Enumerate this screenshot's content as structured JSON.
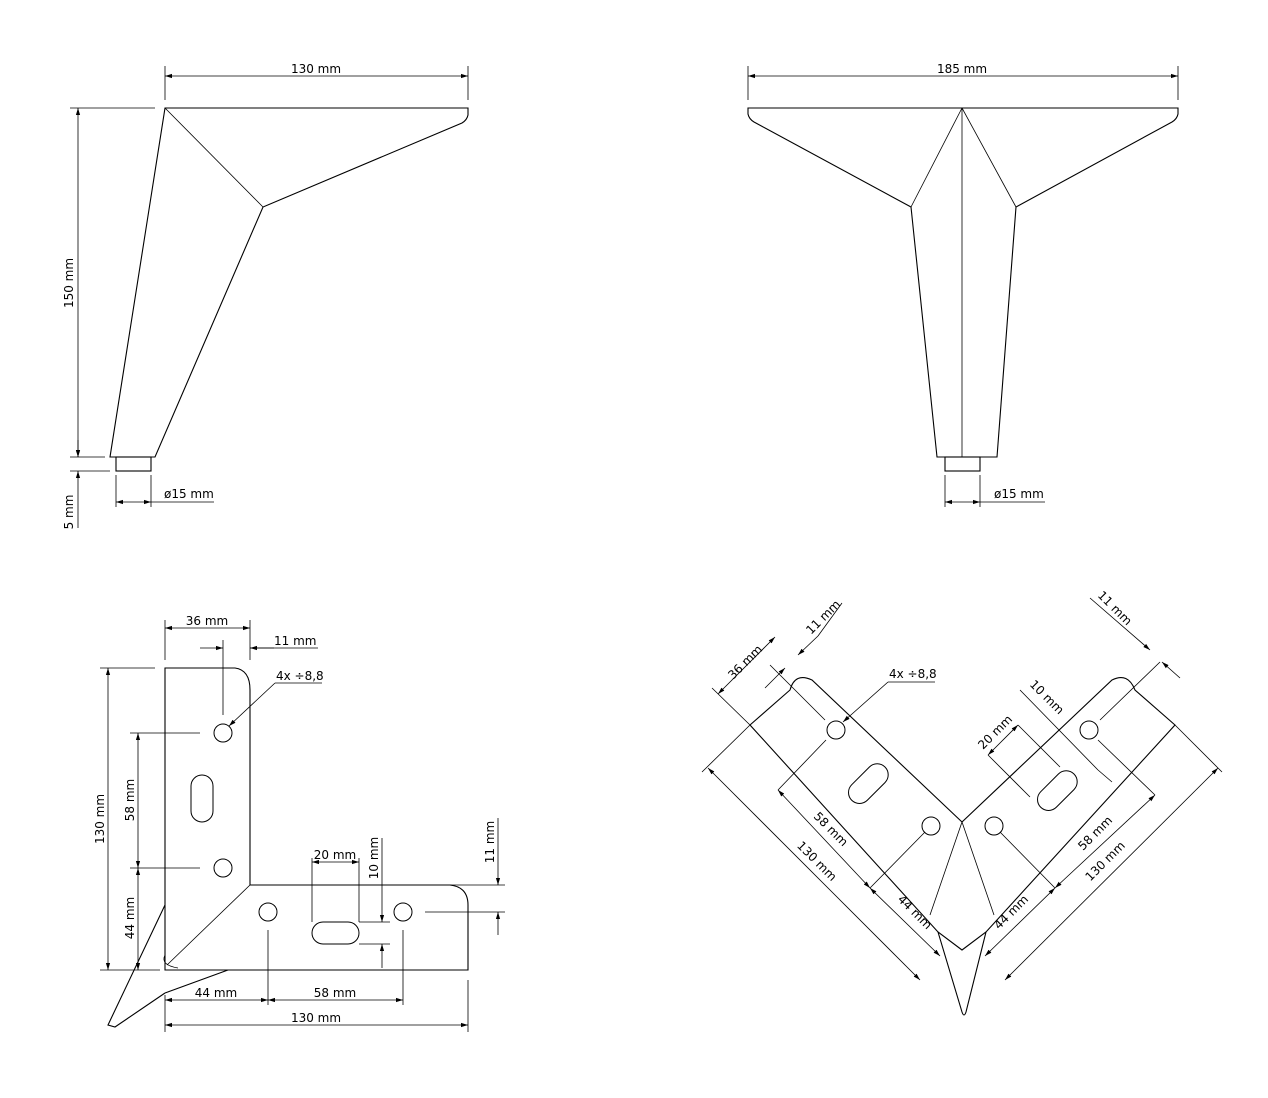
{
  "views": {
    "side": {
      "width": "130 mm",
      "height": "150 mm",
      "foot_height": "5 mm",
      "foot_diameter": "ø15 mm"
    },
    "front": {
      "width": "185 mm",
      "foot_diameter": "ø15 mm"
    },
    "plate_top": {
      "arm_width": "36 mm",
      "edge_offset": "11 mm",
      "holes": "4x ÷8,8",
      "slot_length": "20 mm",
      "slot_width": "10 mm",
      "edge_offset_horizontal": "11 mm",
      "length_vertical": "130 mm",
      "hole_spacing_vertical": "58 mm",
      "corner_offset_vertical": "44 mm",
      "corner_offset_horizontal": "44 mm",
      "hole_spacing_horizontal": "58 mm",
      "length_horizontal": "130 mm"
    },
    "plate_rotated": {
      "arm_width": "36 mm",
      "edge_offset_left": "11 mm",
      "edge_offset_right": "11 mm",
      "holes": "4x ÷8,8",
      "slot_length": "20 mm",
      "slot_width": "10 mm",
      "hole_spacing_left": "58 mm",
      "length_left": "130 mm",
      "corner_offset_left": "44 mm",
      "corner_offset_right": "44 mm",
      "hole_spacing_right": "58 mm",
      "length_right": "130 mm"
    }
  }
}
